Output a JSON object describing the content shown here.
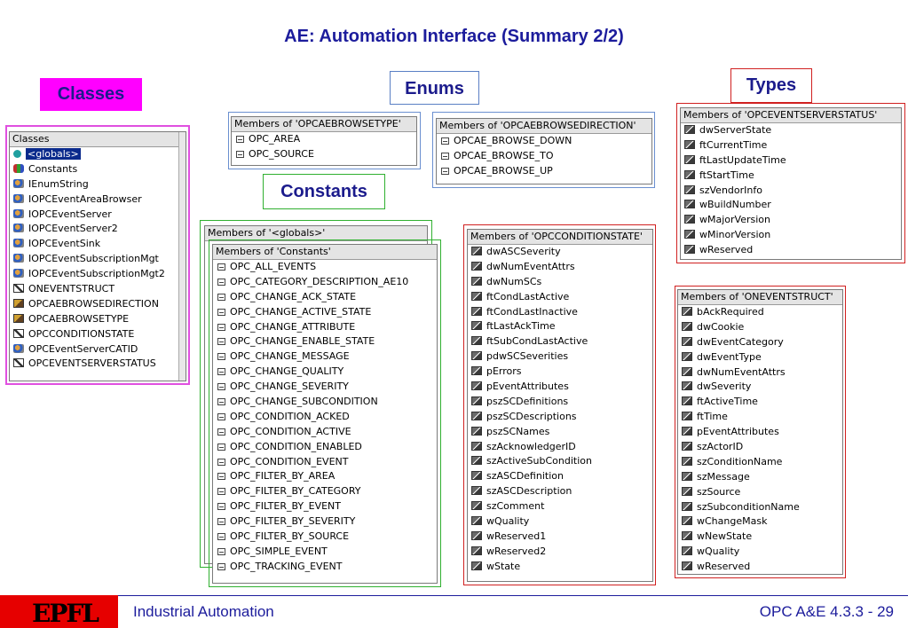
{
  "title": "AE: Automation Interface (Summary 2/2)",
  "labels": {
    "classes": "Classes",
    "enums": "Enums",
    "types": "Types",
    "constants": "Constants"
  },
  "classes_panel": {
    "header": "Classes",
    "items": [
      {
        "label": "<globals>",
        "icon": "globe-icon",
        "selected": true
      },
      {
        "label": "Constants",
        "icon": "constants-icon"
      },
      {
        "label": "IEnumString",
        "icon": "class-icon"
      },
      {
        "label": "IOPCEventAreaBrowser",
        "icon": "class-icon"
      },
      {
        "label": "IOPCEventServer",
        "icon": "class-icon"
      },
      {
        "label": "IOPCEventServer2",
        "icon": "class-icon"
      },
      {
        "label": "IOPCEventSink",
        "icon": "class-icon"
      },
      {
        "label": "IOPCEventSubscriptionMgt",
        "icon": "class-icon"
      },
      {
        "label": "IOPCEventSubscriptionMgt2",
        "icon": "class-icon"
      },
      {
        "label": "ONEVENTSTRUCT",
        "icon": "struct-icon"
      },
      {
        "label": "OPCAEBROWSEDIRECTION",
        "icon": "enum-type-icon"
      },
      {
        "label": "OPCAEBROWSETYPE",
        "icon": "enum-type-icon"
      },
      {
        "label": "OPCCONDITIONSTATE",
        "icon": "struct-icon"
      },
      {
        "label": "OPCEventServerCATID",
        "icon": "class-icon"
      },
      {
        "label": "OPCEVENTSERVERSTATUS",
        "icon": "struct-icon"
      }
    ]
  },
  "browsetype_panel": {
    "header": "Members of 'OPCAEBROWSETYPE'",
    "items": [
      "OPC_AREA",
      "OPC_SOURCE"
    ]
  },
  "browsedirection_panel": {
    "header": "Members of 'OPCAEBROWSEDIRECTION'",
    "items": [
      "OPCAE_BROWSE_DOWN",
      "OPCAE_BROWSE_TO",
      "OPCAE_BROWSE_UP"
    ]
  },
  "globals_panel": {
    "header": "Members of '<globals>'"
  },
  "constants_panel": {
    "header": "Members of 'Constants'",
    "items": [
      "OPC_ALL_EVENTS",
      "OPC_CATEGORY_DESCRIPTION_AE10",
      "OPC_CHANGE_ACK_STATE",
      "OPC_CHANGE_ACTIVE_STATE",
      "OPC_CHANGE_ATTRIBUTE",
      "OPC_CHANGE_ENABLE_STATE",
      "OPC_CHANGE_MESSAGE",
      "OPC_CHANGE_QUALITY",
      "OPC_CHANGE_SEVERITY",
      "OPC_CHANGE_SUBCONDITION",
      "OPC_CONDITION_ACKED",
      "OPC_CONDITION_ACTIVE",
      "OPC_CONDITION_ENABLED",
      "OPC_CONDITION_EVENT",
      "OPC_FILTER_BY_AREA",
      "OPC_FILTER_BY_CATEGORY",
      "OPC_FILTER_BY_EVENT",
      "OPC_FILTER_BY_SEVERITY",
      "OPC_FILTER_BY_SOURCE",
      "OPC_SIMPLE_EVENT",
      "OPC_TRACKING_EVENT"
    ]
  },
  "conditionstate_panel": {
    "header": "Members of 'OPCCONDITIONSTATE'",
    "items": [
      "dwASCSeverity",
      "dwNumEventAttrs",
      "dwNumSCs",
      "ftCondLastActive",
      "ftCondLastInactive",
      "ftLastAckTime",
      "ftSubCondLastActive",
      "pdwSCSeverities",
      "pErrors",
      "pEventAttributes",
      "pszSCDefinitions",
      "pszSCDescriptions",
      "pszSCNames",
      "szAcknowledgerID",
      "szActiveSubCondition",
      "szASCDefinition",
      "szASCDescription",
      "szComment",
      "wQuality",
      "wReserved1",
      "wReserved2",
      "wState"
    ]
  },
  "serverstatus_panel": {
    "header": "Members of 'OPCEVENTSERVERSTATUS'",
    "items": [
      "dwServerState",
      "ftCurrentTime",
      "ftLastUpdateTime",
      "ftStartTime",
      "szVendorInfo",
      "wBuildNumber",
      "wMajorVersion",
      "wMinorVersion",
      "wReserved"
    ]
  },
  "eventstruct_panel": {
    "header": "Members of 'ONEVENTSTRUCT'",
    "items": [
      "bAckRequired",
      "dwCookie",
      "dwEventCategory",
      "dwEventType",
      "dwNumEventAttrs",
      "dwSeverity",
      "ftActiveTime",
      "ftTime",
      "pEventAttributes",
      "szActorID",
      "szConditionName",
      "szMessage",
      "szSource",
      "szSubconditionName",
      "wChangeMask",
      "wNewState",
      "wQuality",
      "wReserved"
    ]
  },
  "footer": {
    "logo": "EPFL",
    "left": "Industrial Automation",
    "right": "OPC A&E 4.3.3 - 29"
  }
}
